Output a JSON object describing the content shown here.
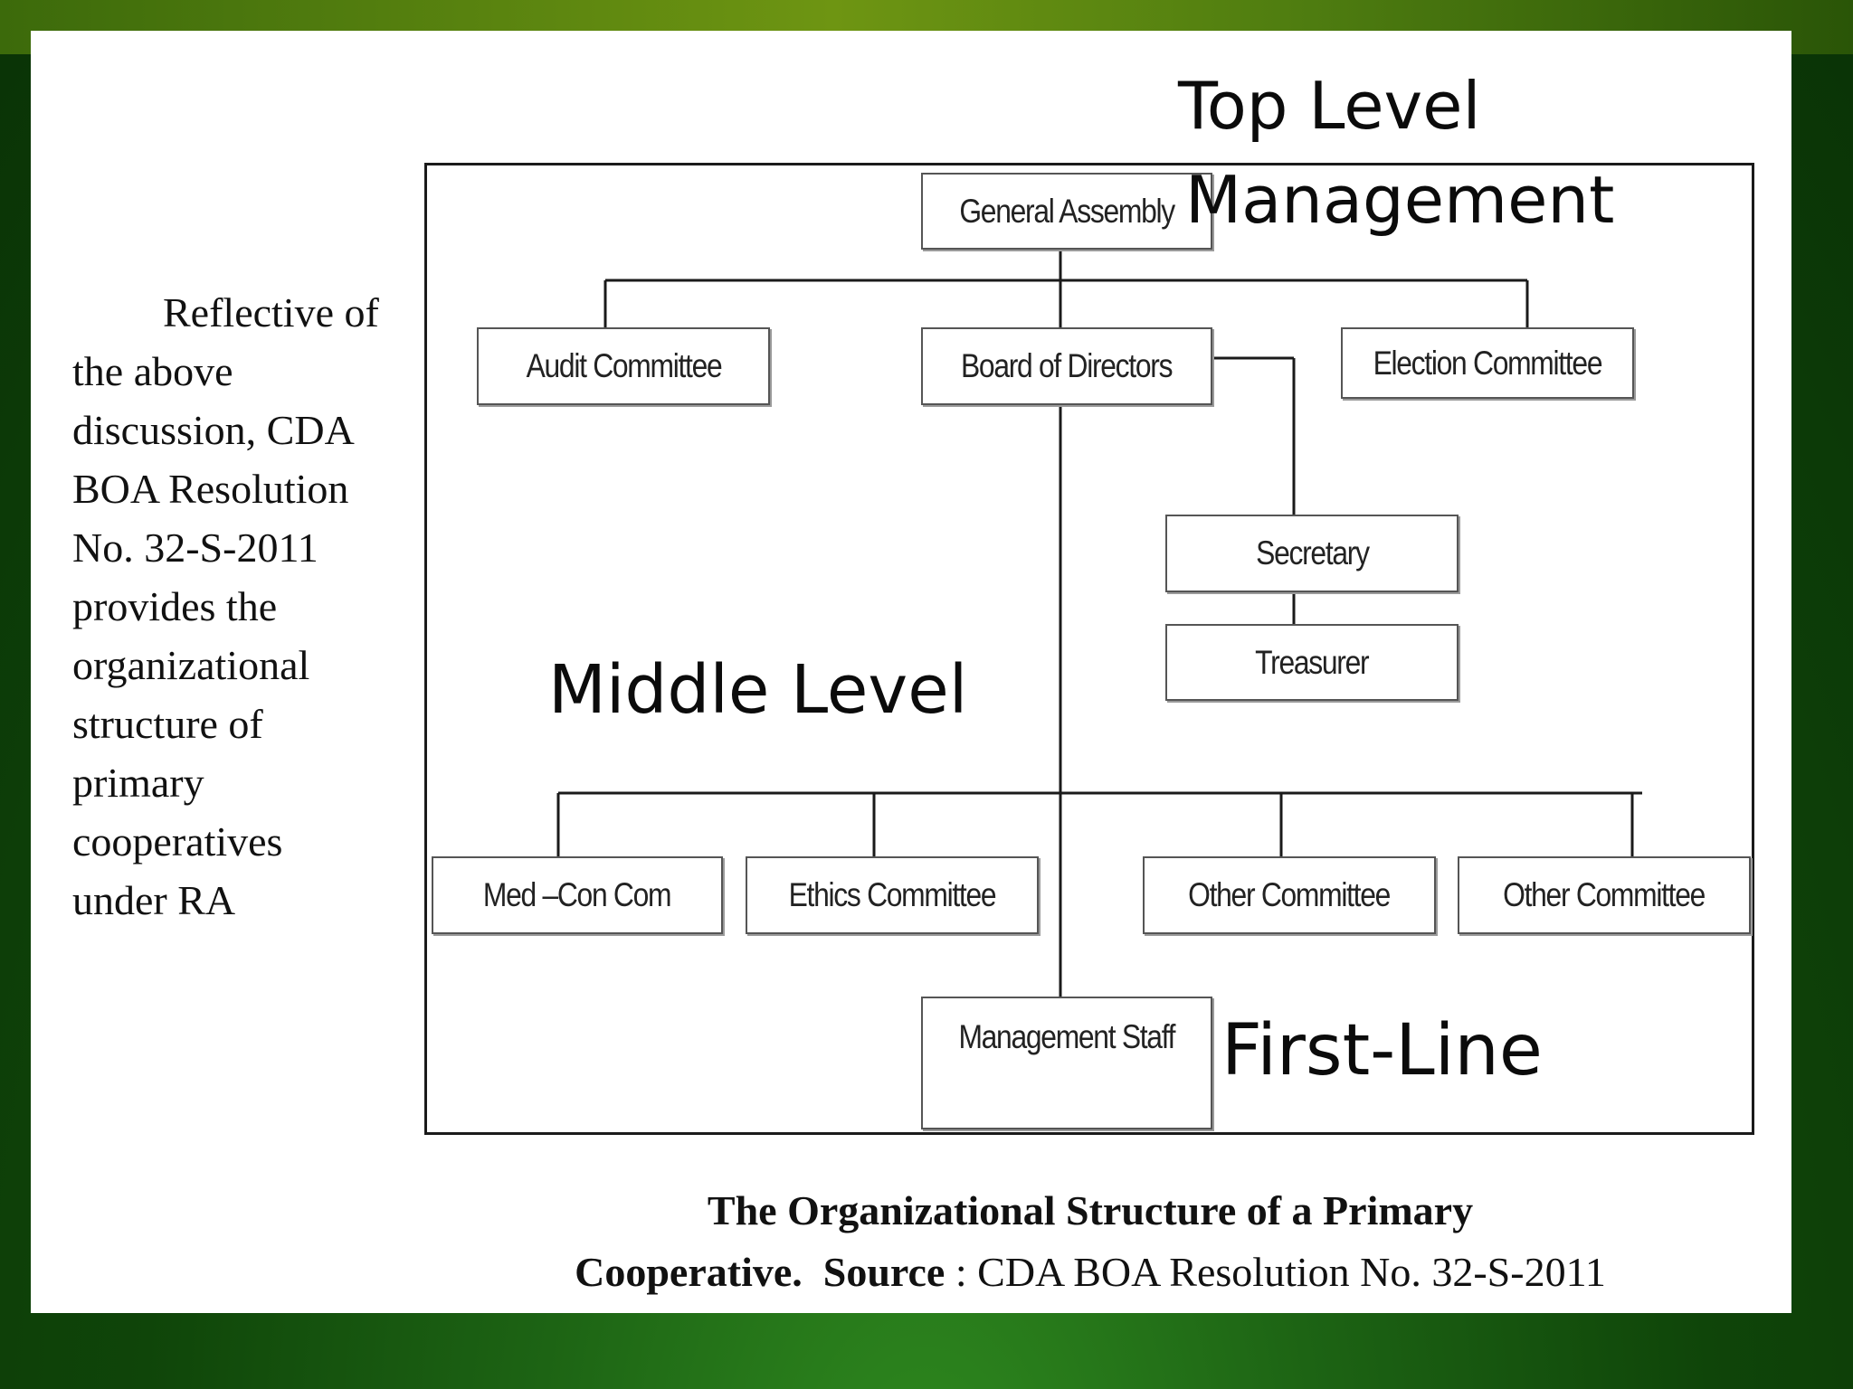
{
  "side_text": {
    "lines": [
      "Reflective of",
      "the above",
      "discussion, CDA",
      "BOA Resolution",
      "No. 32-S-2011",
      "provides the",
      "organizational",
      "structure of",
      "primary",
      "cooperatives",
      "under RA"
    ]
  },
  "levels": {
    "top_line1": "Top Level",
    "top_line2": "Management",
    "middle": "Middle Level",
    "first_line": "First-Line"
  },
  "boxes": {
    "general_assembly": "General Assembly",
    "audit_committee": "Audit Committee",
    "board_of_directors": "Board of Directors",
    "election_committee": "Election Committee",
    "secretary": "Secretary",
    "treasurer": "Treasurer",
    "med_con_com": "Med –Con Com",
    "ethics_committee": "Ethics Committee",
    "other_committee_1": "Other Committee",
    "other_committee_2": "Other Committee",
    "management_staff": "Management Staff"
  },
  "caption": {
    "bold_1": "The Organizational Structure of a Primary",
    "bold_2": "Cooperative.",
    "bold_3": "Source",
    "normal": " : CDA BOA Resolution No. 32-S-2011"
  }
}
